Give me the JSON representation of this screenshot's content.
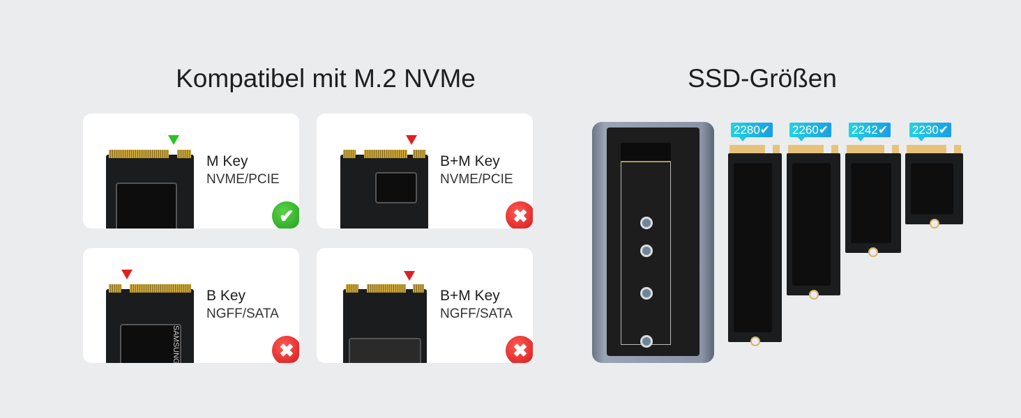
{
  "left_title": "Kompatibel mit M.2 NVMe",
  "right_title": "SSD-Größen",
  "cards": [
    {
      "key": "M Key",
      "protocol": "NVME/PCIE",
      "compatible": true,
      "badge": "✔"
    },
    {
      "key": "B+M Key",
      "protocol": "NVME/PCIE",
      "compatible": false,
      "badge": "✖"
    },
    {
      "key": "B Key",
      "protocol": "NGFF/SATA",
      "compatible": false,
      "badge": "✖",
      "chip_label": "SAMSUNG"
    },
    {
      "key": "B+M Key",
      "protocol": "NGFF/SATA",
      "compatible": false,
      "badge": "✖"
    }
  ],
  "sizes": [
    {
      "label": "2280",
      "check": "✔"
    },
    {
      "label": "2260",
      "check": "✔"
    },
    {
      "label": "2242",
      "check": "✔"
    },
    {
      "label": "2230",
      "check": "✔"
    }
  ],
  "colors": {
    "ok": "#2aa822",
    "bad": "#e02020",
    "tag": "#1fb8e3"
  }
}
